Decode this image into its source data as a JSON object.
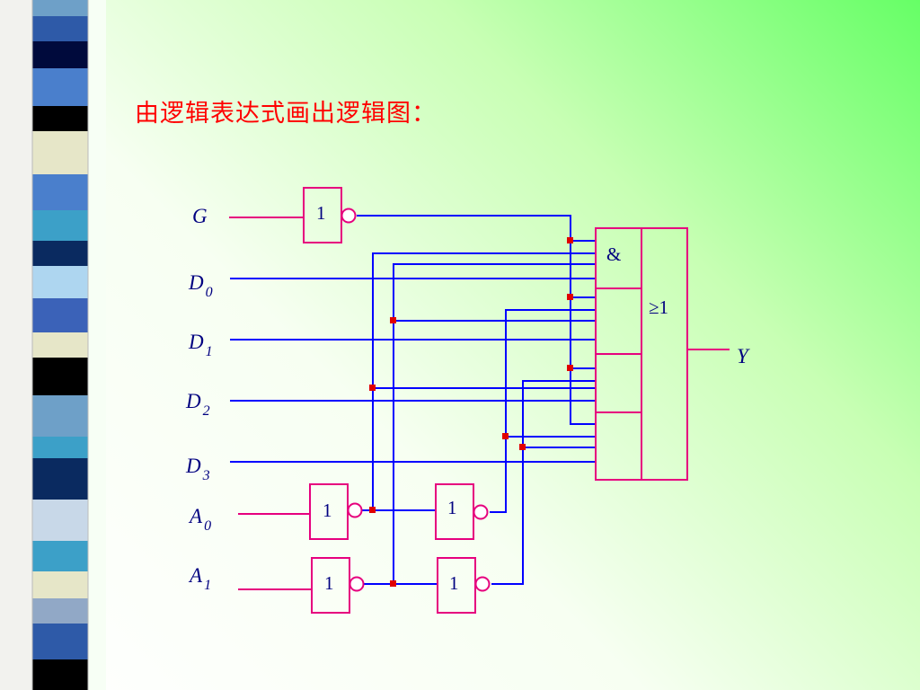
{
  "slide": {
    "title": "由逻辑表达式画出逻辑图：",
    "stripe_colors": [
      "#2e5aa8",
      "#6ea0c8",
      "#000a3c",
      "#e6e6c8",
      "#000000",
      "#3ca0c8",
      "#4a7fcc",
      "#91a8c6",
      "#0a2a60",
      "#aed6f0",
      "#c8d8e8"
    ]
  },
  "diagram": {
    "inputs": [
      {
        "name": "G",
        "subscript": ""
      },
      {
        "name": "D",
        "subscript": "0"
      },
      {
        "name": "D",
        "subscript": "1"
      },
      {
        "name": "D",
        "subscript": "2"
      },
      {
        "name": "D",
        "subscript": "3"
      },
      {
        "name": "A",
        "subscript": "0"
      },
      {
        "name": "A",
        "subscript": "1"
      }
    ],
    "output": {
      "name": "Y"
    },
    "not_gate_symbol": "1",
    "and_symbol": "&",
    "or_symbol": "≥1",
    "colors": {
      "gate": "#e6007e",
      "wire": "#0000ff",
      "dot": "#e00000",
      "text": "#000080"
    }
  }
}
